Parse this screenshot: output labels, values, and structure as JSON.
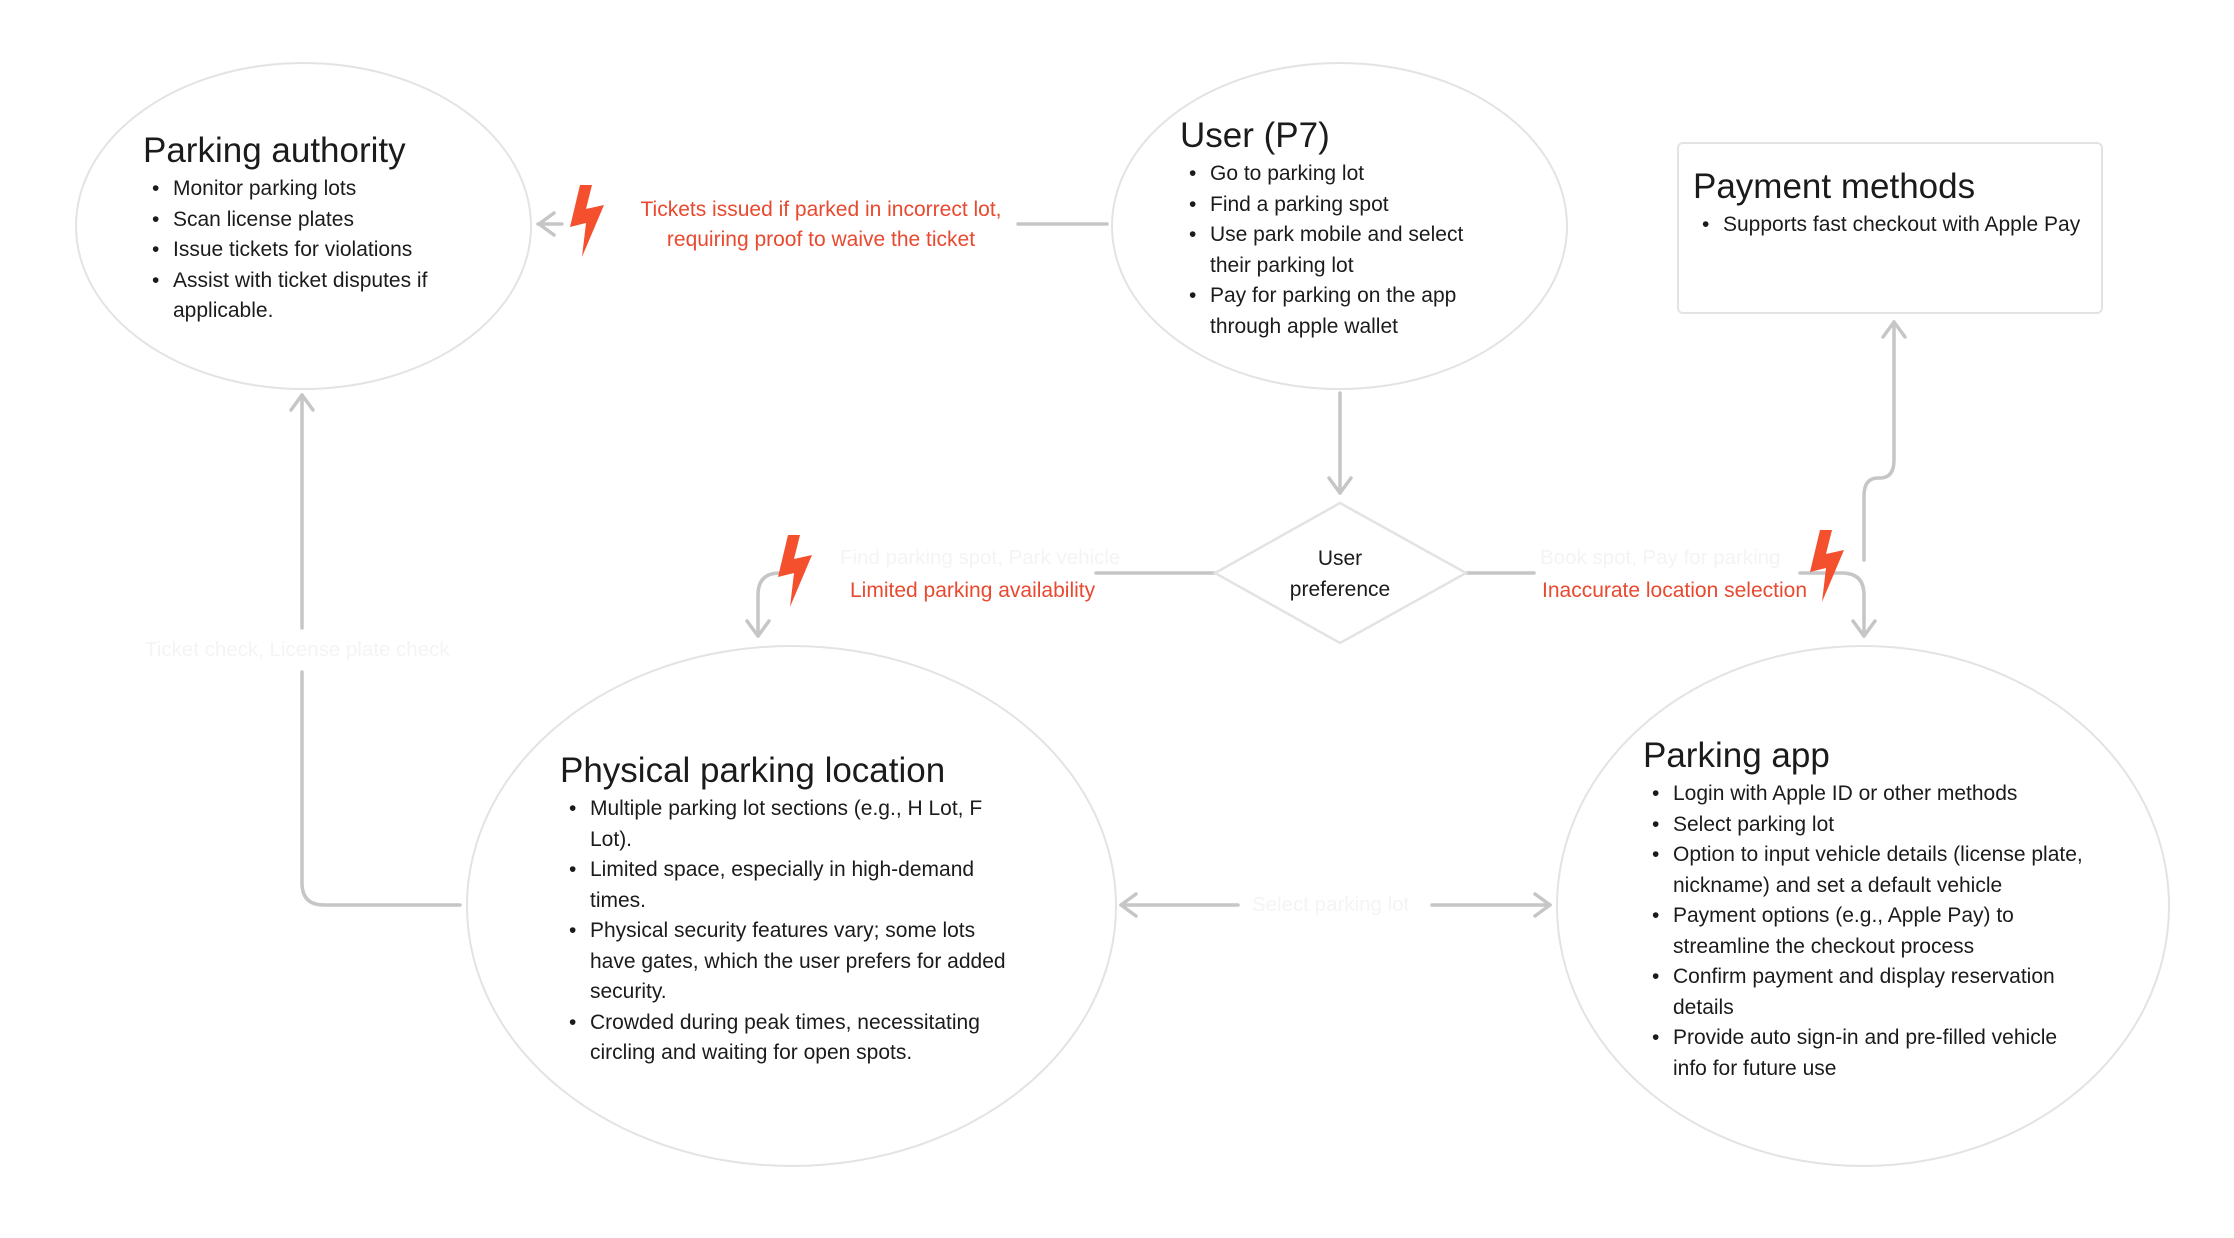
{
  "nodes": {
    "parking_authority": {
      "title": "Parking authority",
      "items": [
        "Monitor parking lots",
        "Scan license plates",
        "Issue tickets for violations",
        "Assist with ticket disputes if applicable."
      ]
    },
    "user": {
      "title": "User (P7)",
      "items": [
        "Go to parking lot",
        "Find a parking spot",
        "Use park mobile and select their parking lot",
        "Pay for parking on the app through apple wallet"
      ]
    },
    "payment_methods": {
      "title": "Payment methods",
      "items": [
        "Supports fast checkout with Apple Pay"
      ]
    },
    "user_preference": {
      "line1": "User",
      "line2": "preference"
    },
    "physical_location": {
      "title": "Physical parking location",
      "items": [
        "Multiple parking lot sections (e.g., H Lot, F Lot).",
        "Limited space, especially in high-demand times.",
        "Physical security features vary; some lots have gates, which the user prefers for added security.",
        "Crowded during peak times, necessitating circling and waiting for open spots."
      ]
    },
    "parking_app": {
      "title": "Parking app",
      "items": [
        "Login with Apple ID or other methods",
        "Select parking lot",
        "Option to input vehicle details (license plate, nickname) and set a default vehicle",
        "Payment options (e.g., Apple Pay) to streamline the checkout process",
        "Confirm payment and display reservation details",
        "Provide auto sign-in and pre-filled vehicle info for future use"
      ]
    }
  },
  "edges": {
    "find_spot": "Find parking spot, Park vehicle",
    "book_spot": "Book spot, Pay for parking",
    "ticket_check": "Ticket check, License plate check",
    "select_lot": "Select parking lot"
  },
  "pain_points": {
    "tickets_line1": "Tickets issued if parked in incorrect lot,",
    "tickets_line2": "requiring proof to waive the ticket",
    "limited": "Limited parking availability",
    "inaccurate": "Inaccurate location selection"
  },
  "colors": {
    "line": "#c6c6c6",
    "node_border": "#e3e3e3",
    "pain": "#e8492f",
    "bolt": "#f4502e",
    "text": "#1b1b1b"
  },
  "icons": {
    "pain_point": "lightning-bolt-icon",
    "arrow": "arrowhead-icon"
  }
}
